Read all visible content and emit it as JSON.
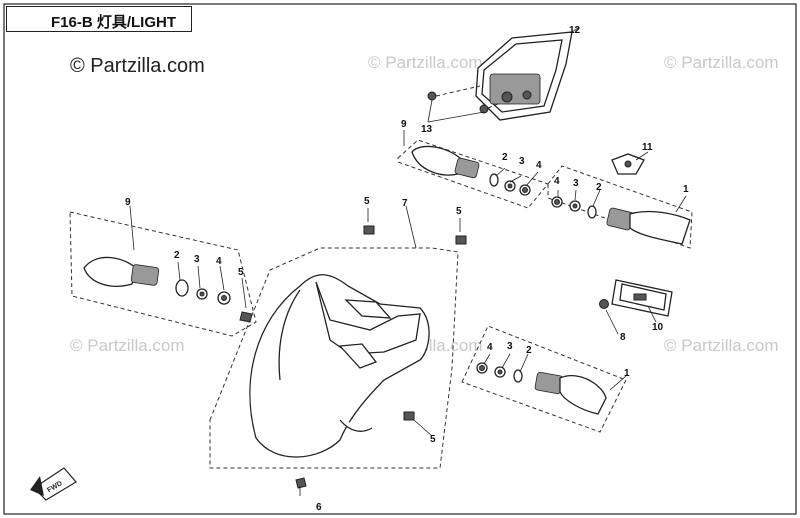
{
  "title": "F16-B 灯具/LIGHT",
  "watermark_main": "© Partzilla.com",
  "watermark_repeat": "© Partzilla.com",
  "direction_tag": "FWD",
  "callouts": {
    "c1a": "1",
    "c1b": "1",
    "c2a": "2",
    "c2b": "2",
    "c2c": "2",
    "c2d": "2",
    "c3a": "3",
    "c3b": "3",
    "c3c": "3",
    "c3d": "3",
    "c4a": "4",
    "c4b": "4",
    "c4c": "4",
    "c4d": "4",
    "c5a": "5",
    "c5b": "5",
    "c5c": "5",
    "c5d": "5",
    "c6": "6",
    "c7": "7",
    "c8": "8",
    "c9a": "9",
    "c9b": "9",
    "c10": "10",
    "c11": "11",
    "c12": "12",
    "c13": "13"
  },
  "colors": {
    "line": "#222222",
    "watermark": "#c9c9c9",
    "background": "#ffffff"
  }
}
